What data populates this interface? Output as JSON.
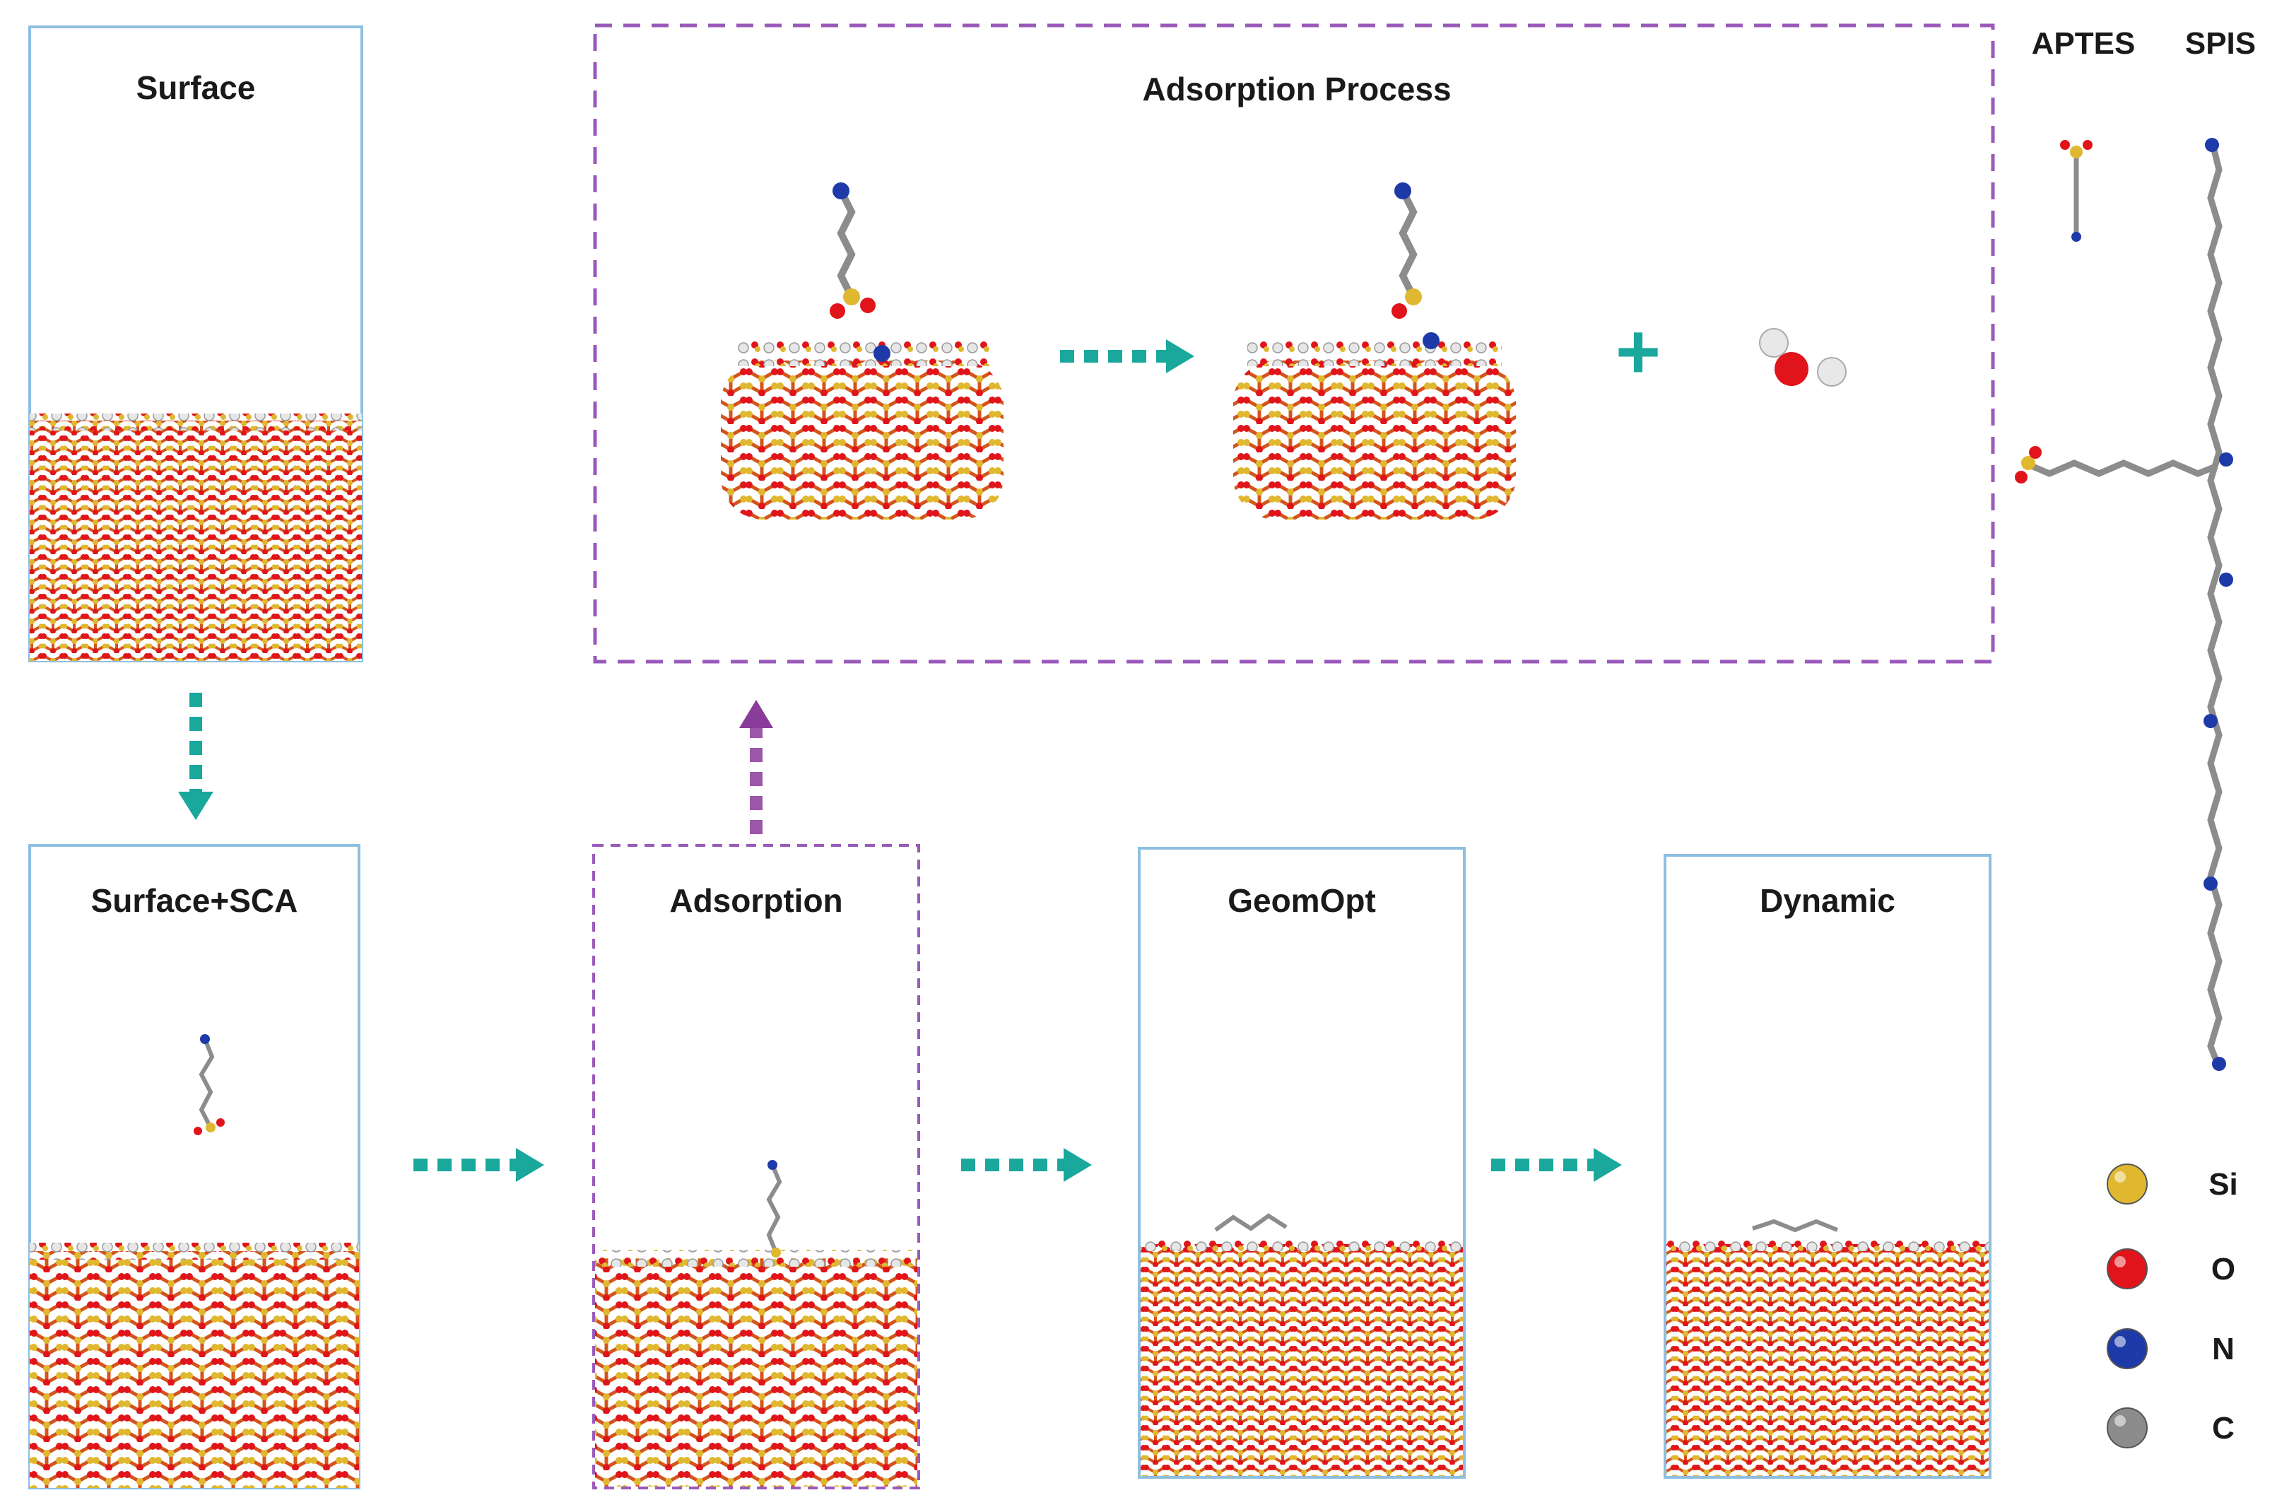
{
  "panels": {
    "surface": "Surface",
    "surface_sca": "Surface+SCA",
    "adsorption": "Adsorption",
    "geomopt": "GeomOpt",
    "dynamic": "Dynamic"
  },
  "process": {
    "title": "Adsorption Process",
    "plus": "+"
  },
  "molecules": {
    "aptes": "APTES",
    "spis": "SPIS"
  },
  "legend": [
    {
      "symbol": "Si",
      "color": "#e0b830"
    },
    {
      "symbol": "O",
      "color": "#e0141a"
    },
    {
      "symbol": "N",
      "color": "#1e3aa8"
    },
    {
      "symbol": "C",
      "color": "#8c8c8c"
    }
  ],
  "colors": {
    "panel_border": "#8fbfe0",
    "arrow_teal": "#1aa89c",
    "arrow_purple": "#8a3c9a",
    "dash_purple": "#9a5aba",
    "oxygen": "#e0141a",
    "silicon": "#e0b830",
    "bond_orange": "#d4541c",
    "carbon": "#8c8c8c",
    "hydrogen": "#e8e8e8",
    "nitrogen": "#1e3aa8"
  }
}
